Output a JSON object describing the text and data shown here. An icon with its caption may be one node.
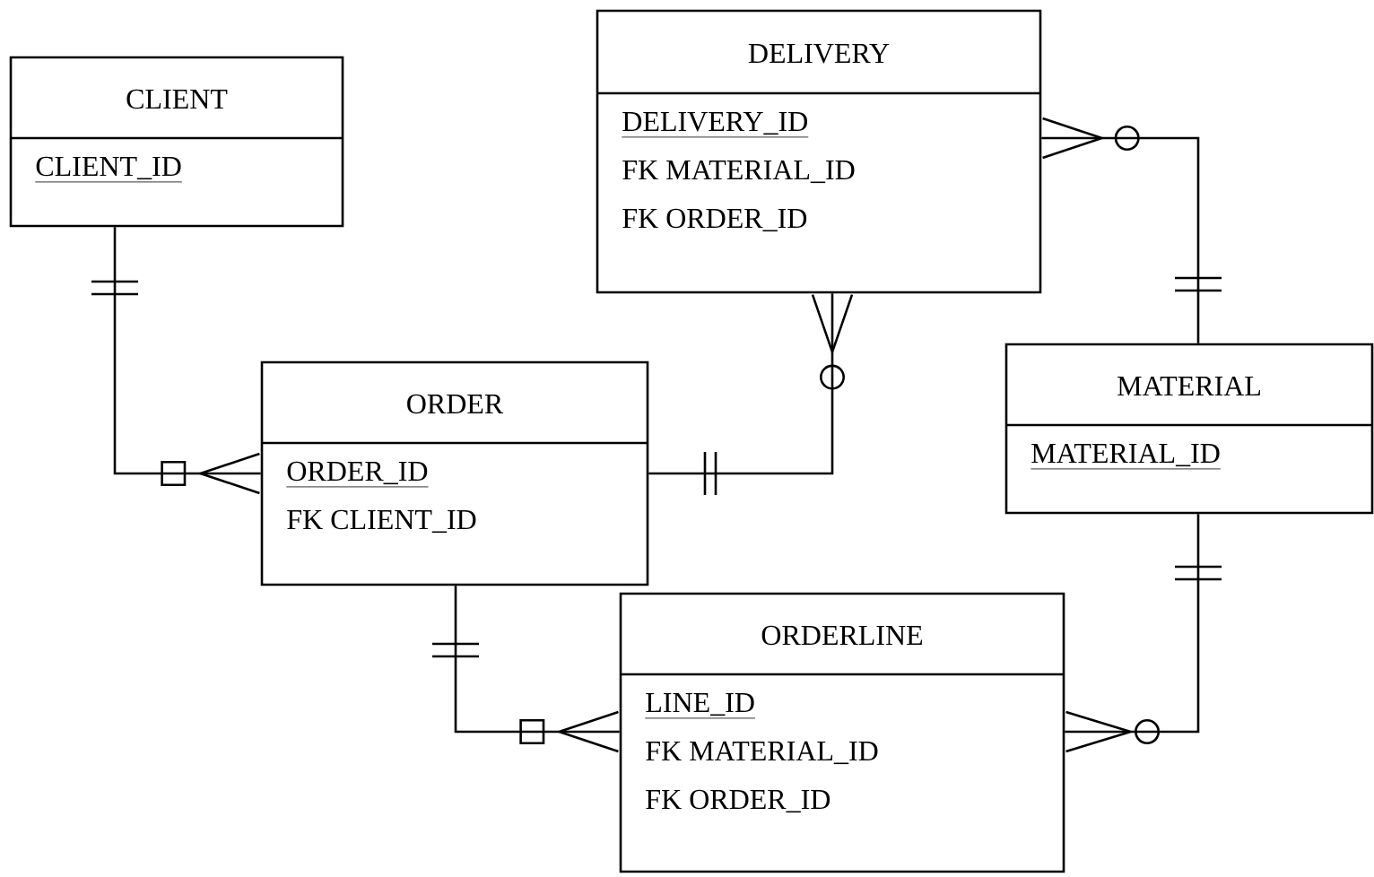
{
  "diagram": {
    "nodes": [
      {
        "text": [
          "CLIENT",
          "CLIENT_ID"
        ]
      },
      {
        "text": [
          "DELIVERY",
          "DELIVERY_ID",
          "FK MATERIAL_ID",
          "FK ORDER_ID"
        ]
      },
      {
        "text": [
          "ORDER",
          "ORDER_ID",
          "FK CLIENT_ID"
        ]
      },
      {
        "text": [
          "MATERIAL",
          "MATERIAL_ID"
        ]
      },
      {
        "text": [
          "ORDERLINE",
          "LINE_ID",
          "FK MATERIAL_ID",
          "FK ORDER_ID"
        ]
      }
    ],
    "edges": [
      {
        "from": 0,
        "to": 2,
        "arrow": "other"
      },
      {
        "from": 2,
        "to": 1,
        "arrow": "other"
      },
      {
        "from": 3,
        "to": 1,
        "arrow": "other"
      },
      {
        "from": 2,
        "to": 4,
        "arrow": "other"
      },
      {
        "from": 3,
        "to": 4,
        "arrow": "other"
      }
    ]
  }
}
